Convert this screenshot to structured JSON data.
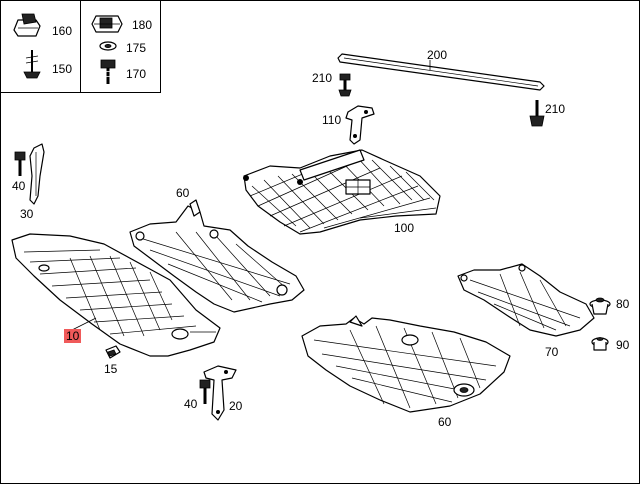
{
  "legend": [
    {
      "id": "160",
      "label": "160"
    },
    {
      "id": "150",
      "label": "150"
    },
    {
      "id": "180",
      "label": "180"
    },
    {
      "id": "175",
      "label": "175"
    },
    {
      "id": "170",
      "label": "170"
    }
  ],
  "callouts": {
    "c200": "200",
    "c210a": "210",
    "c210b": "210",
    "c110": "110",
    "c40a": "40",
    "c30": "30",
    "c60a": "60",
    "c100": "100",
    "c10": "10",
    "c15": "15",
    "c80": "80",
    "c90": "90",
    "c70": "70",
    "c40b": "40",
    "c20": "20",
    "c60b": "60"
  },
  "colors": {
    "highlight": "#f05a5a"
  }
}
